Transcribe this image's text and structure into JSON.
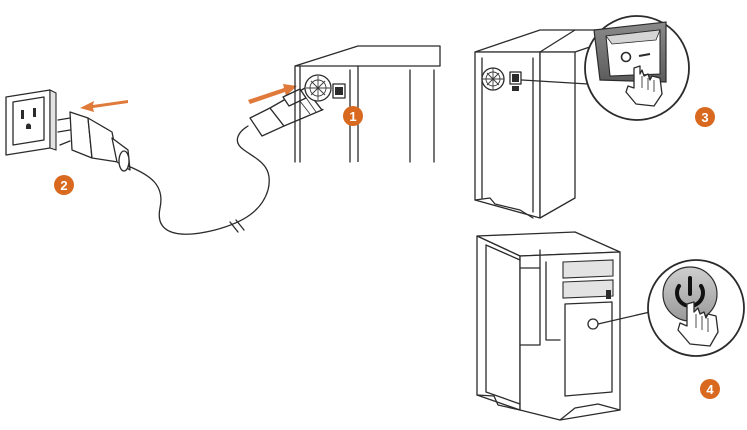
{
  "steps": [
    {
      "number": "1"
    },
    {
      "number": "2"
    },
    {
      "number": "3"
    },
    {
      "number": "4"
    }
  ],
  "colors": {
    "step_badge": "#d8691f",
    "direction_arrow": "#e07a3a",
    "line_art": "#2b2b2b",
    "switch_housing": "#7a7a7a"
  },
  "icons": {
    "psu_switch": "rocker-switch-icon",
    "power_button": "power-symbol-icon",
    "pointing_hand": "pointing-hand-icon",
    "wall_outlet": "wall-outlet-icon"
  }
}
